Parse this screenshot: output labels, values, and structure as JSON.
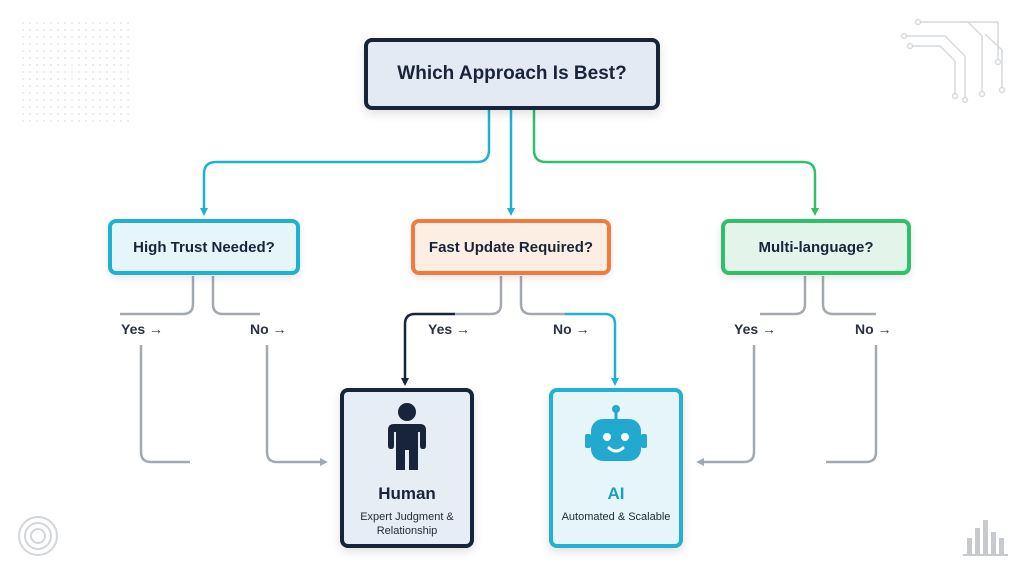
{
  "root": {
    "label": "Which Approach Is Best?"
  },
  "questions": [
    {
      "label": "High Trust Needed?"
    },
    {
      "label": "Fast Update Required?"
    },
    {
      "label": "Multi-language?"
    }
  ],
  "branches": {
    "yes": "Yes →",
    "no": "No →"
  },
  "results": {
    "human": {
      "title": "Human",
      "description_line1": "Expert Judgment &",
      "description_line2": "Relationship",
      "icon": "person-icon"
    },
    "ai": {
      "title": "AI",
      "description_line1": "Automated & Scalable",
      "icon": "robot-icon"
    }
  },
  "colors": {
    "navy": "#17243a",
    "cyan": "#1eb1d3",
    "orange": "#f27a3c",
    "green": "#31c06a",
    "grey_line": "#a3a9b1"
  },
  "decor_icons": [
    "dot-grid-pattern",
    "circuit-icon",
    "concentric-circles-icon",
    "bar-chart-icon"
  ]
}
